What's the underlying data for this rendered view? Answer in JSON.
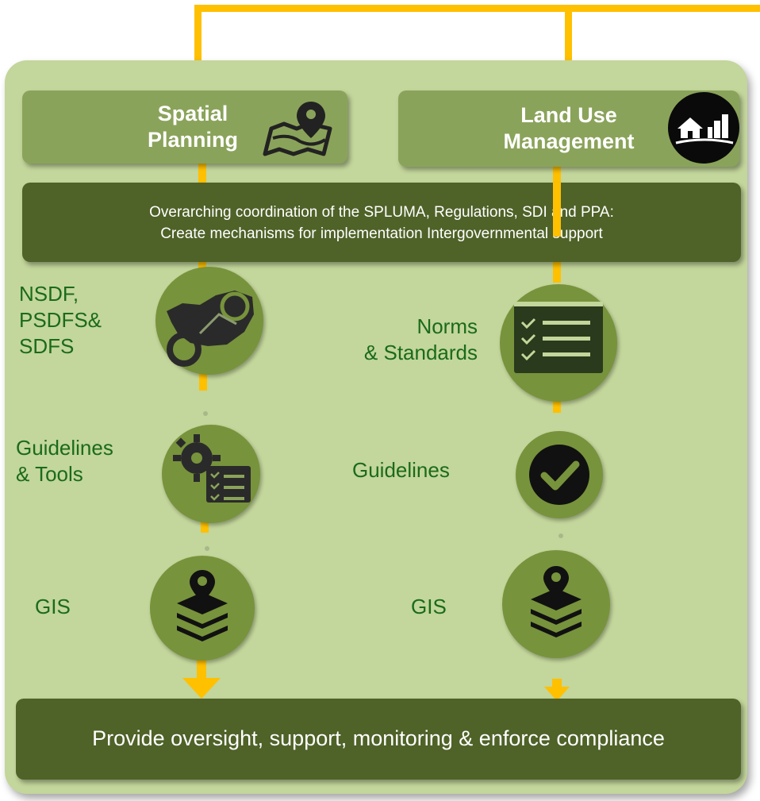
{
  "colors": {
    "panel": "#c3d69b",
    "header": "#8aa35a",
    "dark_box": "#4f6228",
    "circle": "#77933c",
    "connector": "#ffc000",
    "label_text": "#1a6b1a"
  },
  "left_column": {
    "header_line1": "Spatial",
    "header_line2": "Planning",
    "header_icon": "map-pin-icon",
    "items": [
      {
        "lines": [
          "NSDF,",
          "PSDFS&",
          "SDFS"
        ],
        "icon": "south-africa-map-icon"
      },
      {
        "lines": [
          "Guidelines",
          "& Tools"
        ],
        "icon": "gear-checklist-icon"
      },
      {
        "lines": [
          "GIS"
        ],
        "icon": "layers-pin-icon"
      }
    ]
  },
  "right_column": {
    "header_line1": "Land Use",
    "header_line2": "Management",
    "header_icon": "house-city-icon",
    "items": [
      {
        "lines": [
          "Norms",
          "& Standards"
        ],
        "icon": "checklist-icon"
      },
      {
        "lines": [
          "Guidelines"
        ],
        "icon": "check-circle-icon"
      },
      {
        "lines": [
          "GIS"
        ],
        "icon": "layers-pin-icon"
      }
    ]
  },
  "coordination": {
    "line1": "Overarching coordination of the SPLUMA, Regulations, SDI and PPA:",
    "line2": "Create mechanisms for implementation Intergovernmental support"
  },
  "oversight": {
    "text": "Provide oversight, support, monitoring & enforce compliance"
  }
}
